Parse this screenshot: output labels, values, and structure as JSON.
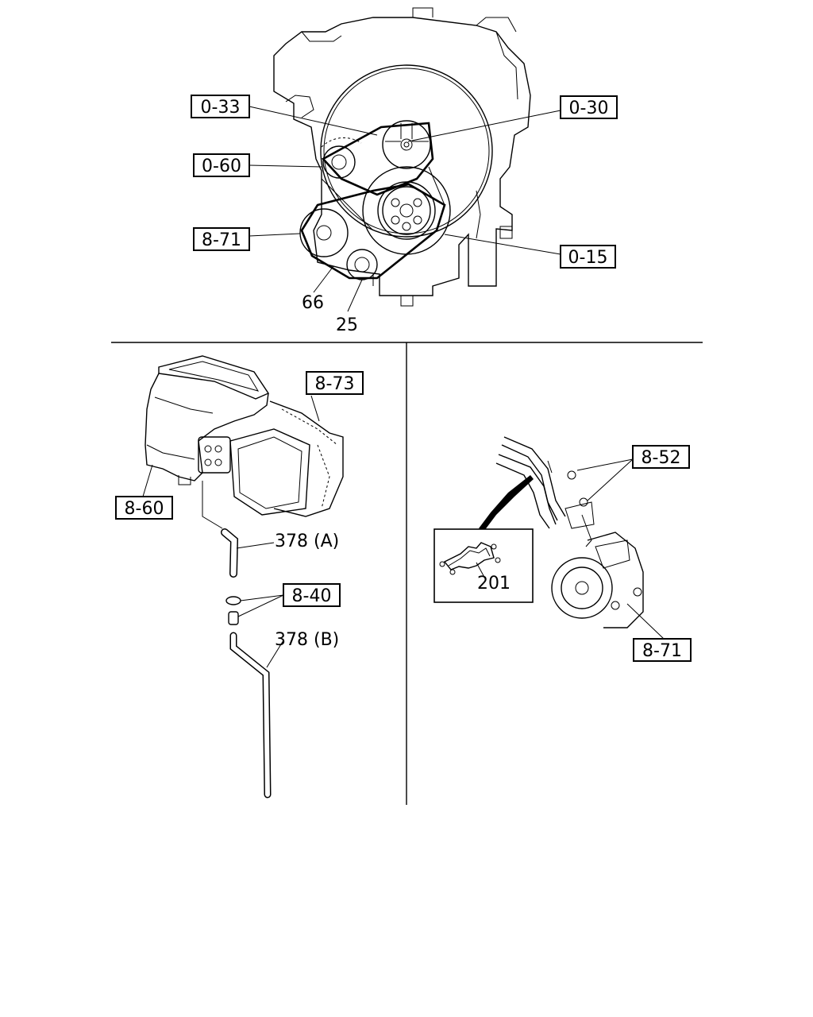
{
  "callouts": {
    "c_0_33": "0-33",
    "c_0_30": "0-30",
    "c_0_60": "0-60",
    "c_8_71_top": "8-71",
    "c_0_15": "0-15",
    "c_8_73": "8-73",
    "c_8_60": "8-60",
    "c_8_40": "8-40",
    "c_8_52": "8-52",
    "c_8_71_bottom": "8-71"
  },
  "labels": {
    "n66": "66",
    "n25": "25",
    "n378a": "378 (A)",
    "n378b": "378 (B)",
    "n201": "201"
  }
}
